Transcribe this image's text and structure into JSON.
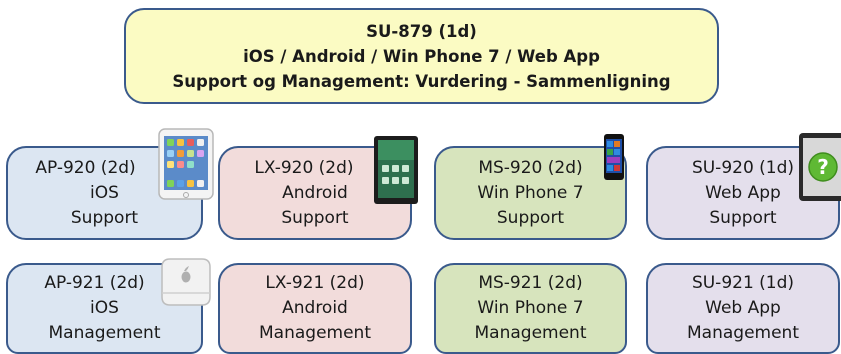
{
  "header": {
    "line1": "SU-879 (1d)",
    "line2": "iOS / Android / Win Phone 7 / Web App",
    "line3": "Support og Management: Vurdering - Sammenligning"
  },
  "support_row": [
    {
      "code": "AP-920 (2d)",
      "platform": "iOS",
      "role": "Support"
    },
    {
      "code": "LX-920 (2d)",
      "platform": "Android",
      "role": "Support"
    },
    {
      "code": "MS-920 (2d)",
      "platform": "Win Phone 7",
      "role": "Support"
    },
    {
      "code": "SU-920 (1d)",
      "platform": "Web App",
      "role": "Support"
    }
  ],
  "management_row": [
    {
      "code": "AP-921 (2d)",
      "platform": "iOS",
      "role": "Management"
    },
    {
      "code": "LX-921 (2d)",
      "platform": "Android",
      "role": "Management"
    },
    {
      "code": "MS-921 (2d)",
      "platform": "Win Phone 7",
      "role": "Management"
    },
    {
      "code": "SU-921 (1d)",
      "platform": "Web App",
      "role": "Management"
    }
  ],
  "colors": {
    "header_fill": "#fbfbc3",
    "ios_fill": "#dce6f2",
    "android_fill": "#f2dcdb",
    "winphone_fill": "#d7e4bd",
    "webapp_fill": "#e4dfec",
    "border": "#3a5a8c"
  },
  "icons": [
    "ipad-icon",
    "android-tablet-icon",
    "windows-phone-icon",
    "web-tablet-question-icon",
    "mac-mini-icon"
  ]
}
